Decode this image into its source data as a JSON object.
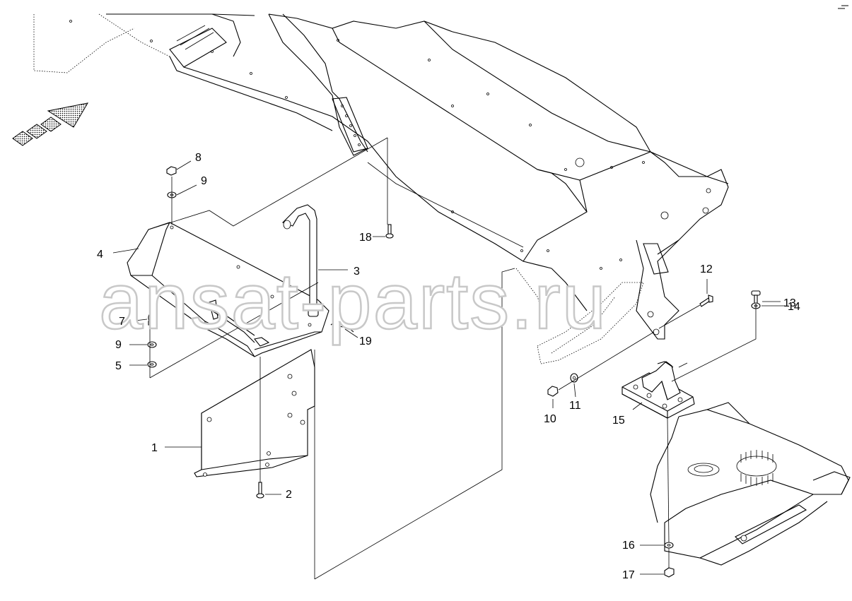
{
  "watermark": "ansat-parts.ru",
  "colors": {
    "line": "#000000",
    "watermark_stroke": "#c8c8c8",
    "background": "#ffffff"
  },
  "icons": {
    "direction": "direction-arrow-icon"
  },
  "part_labels": [
    {
      "id": "1",
      "text": "1"
    },
    {
      "id": "2",
      "text": "2"
    },
    {
      "id": "3",
      "text": "3"
    },
    {
      "id": "4",
      "text": "4"
    },
    {
      "id": "5",
      "text": "5"
    },
    {
      "id": "7",
      "text": "7"
    },
    {
      "id": "8",
      "text": "8"
    },
    {
      "id": "9a",
      "text": "9"
    },
    {
      "id": "9b",
      "text": "9"
    },
    {
      "id": "10",
      "text": "10"
    },
    {
      "id": "11",
      "text": "11"
    },
    {
      "id": "12",
      "text": "12"
    },
    {
      "id": "13",
      "text": "13"
    },
    {
      "id": "14",
      "text": "14"
    },
    {
      "id": "15",
      "text": "15"
    },
    {
      "id": "16",
      "text": "16"
    },
    {
      "id": "17",
      "text": "17"
    },
    {
      "id": "18",
      "text": "18"
    },
    {
      "id": "19",
      "text": "19"
    }
  ]
}
